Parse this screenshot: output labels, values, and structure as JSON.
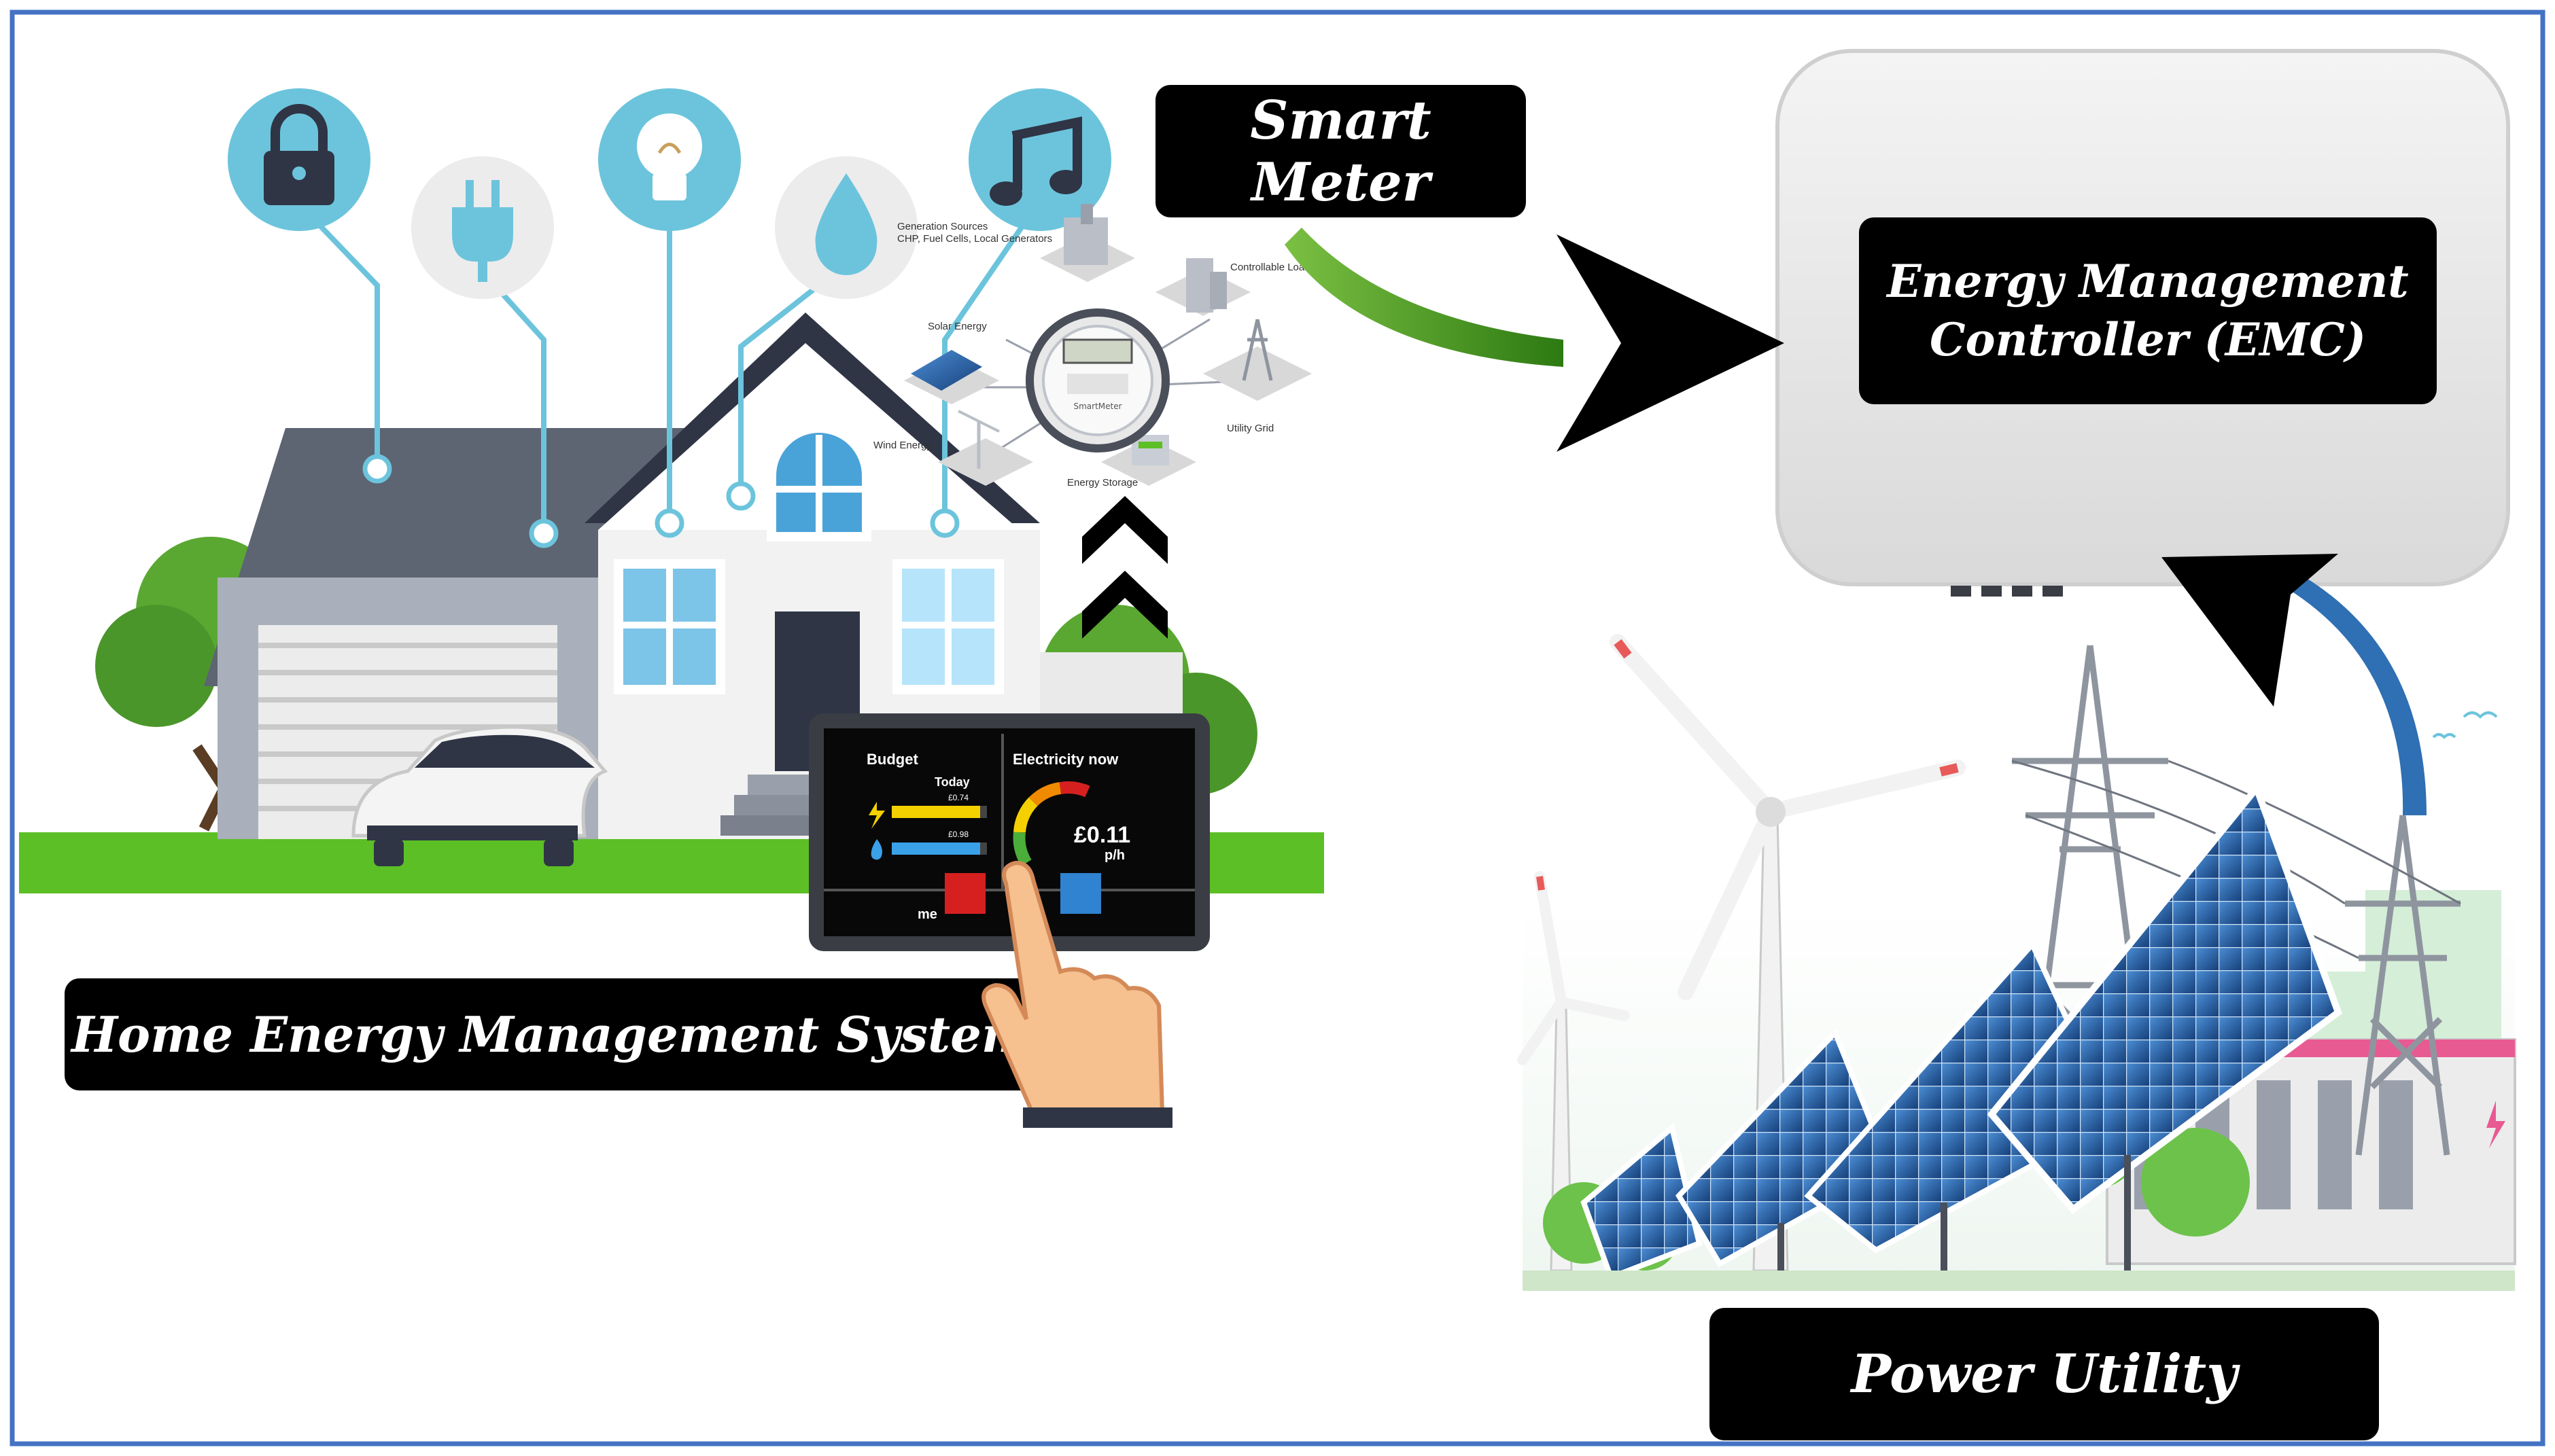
{
  "labels": {
    "smart_meter": "Smart Meter",
    "emc_line1": "Energy Management",
    "emc_line2": "Controller (EMC)",
    "hems": "Home Energy Management System",
    "power_utility": "Power Utility"
  },
  "meter_diagram": {
    "generation_sources_1": "Generation Sources",
    "generation_sources_2": "CHP, Fuel Cells, Local Generators",
    "controllable_loads": "Controllable Loads",
    "solar_energy": "Solar Energy",
    "utility_grid": "Utility Grid",
    "wind_energy": "Wind Energy",
    "energy_storage": "Energy Storage",
    "smart_meter_face": "SmartMeter"
  },
  "tablet": {
    "budget": "Budget",
    "today": "Today",
    "electricity_cost": "£0.74",
    "gas_cost": "£0.98",
    "electricity_now": "Electricity now",
    "rate": "£0.11",
    "rate_unit": "p/h",
    "menu": "me"
  },
  "icons": [
    "lock-icon",
    "plug-icon",
    "lightbulb-icon",
    "water-drop-icon",
    "music-note-icon"
  ],
  "colors": {
    "frame": "#4472c4",
    "label_bg": "#000000",
    "green_arrow": "#3e8e1f",
    "blue_arrow": "#2f6fb3",
    "icon_circle": "#6cc4dc",
    "grass": "#5cbf26"
  }
}
